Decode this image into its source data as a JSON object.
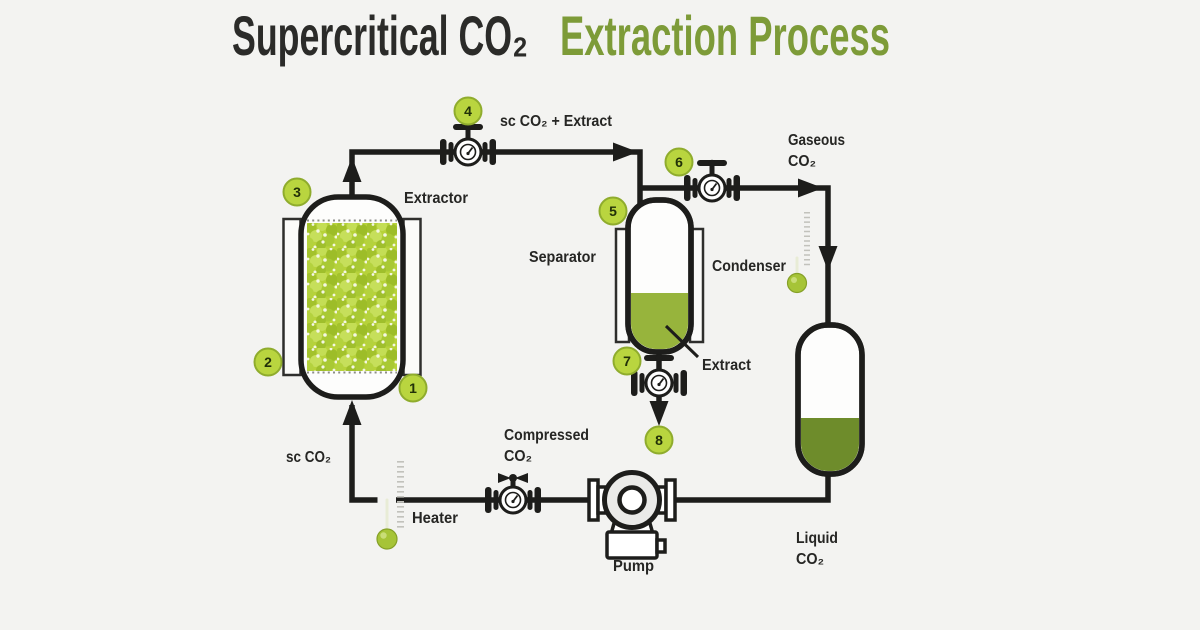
{
  "title": {
    "black": "Supercritical CO₂",
    "green": "Extraction Process"
  },
  "labels": {
    "extractor": "Extractor",
    "separator": "Separator",
    "condenser": "Condenser",
    "extract": "Extract",
    "pump": "Pump",
    "heater": "Heater",
    "sc_co2": "sc CO₂",
    "sc_co2_plus_extract": "sc CO₂  + Extract",
    "gaseous": [
      "Gaseous",
      "CO₂"
    ],
    "liquid": [
      "Liquid",
      "CO₂"
    ],
    "compressed": [
      "Compressed",
      "CO₂"
    ]
  },
  "steps": [
    "1",
    "2",
    "3",
    "4",
    "5",
    "6",
    "7",
    "8"
  ],
  "colors": {
    "background": "#f3f3f1",
    "line": "#1d1d1b",
    "title_text": "#2b2b29",
    "title_accent": "#7d9b38",
    "leaf_green": "#b7d23a",
    "separator_liquid": "#97b43c",
    "liquid_co2": "#6e8c2b",
    "badge_fill": "#b9d53f",
    "badge_border": "#8fac2d",
    "thermometer_bulb": "#a6c437"
  }
}
